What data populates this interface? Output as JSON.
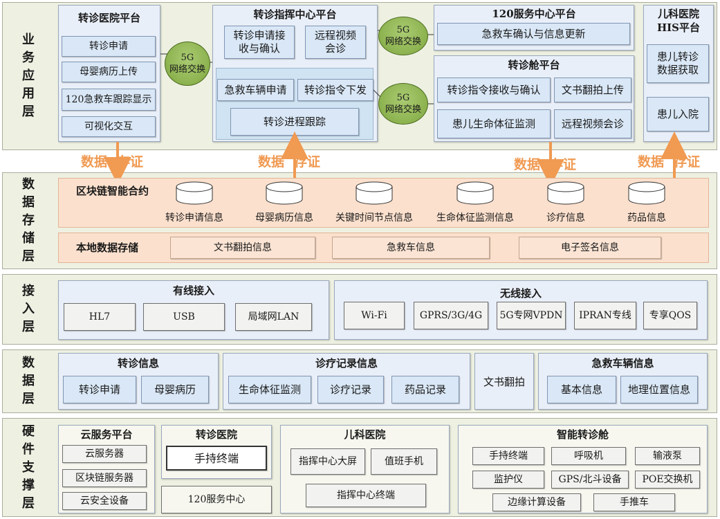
{
  "layers": {
    "business": "业\n务\n应\n用\n层",
    "storage": "数\n据\n存\n储\n层",
    "access": "接\n入\n层",
    "data": "数\n据\n层",
    "hardware": "硬\n件\n支\n撑\n层"
  },
  "business": {
    "hospital": {
      "title": "转诊医院平台",
      "items": [
        "转诊申请",
        "母婴病历上传",
        "120急救车跟踪显示",
        "可视化交互"
      ]
    },
    "command": {
      "title": "转诊指挥中心平台",
      "receive": "转诊申请接\n收与确认",
      "remote": "远程视频\n会诊",
      "vehicle_apply": "急救车辆申请",
      "issue": "转诊指令下发",
      "tracking": "转诊进程跟踪"
    },
    "service120": {
      "title": "120服务中心平台",
      "item": "急救车确认与信息更新"
    },
    "cabin": {
      "title": "转诊舱平台",
      "items": [
        "转诊指令接收与确认",
        "文书翻拍上传",
        "患儿生命体征监测",
        "远程视频会诊"
      ]
    },
    "his": {
      "title": "儿科医院\nHIS平台",
      "items": [
        "患儿转诊\n数据获取",
        "患儿入院"
      ]
    },
    "clouds": [
      "5G\n网络交换",
      "5G\n网络交换",
      "5G\n网络交换"
    ]
  },
  "evidence": {
    "data": "数据",
    "proof": "存证"
  },
  "storage": {
    "contract_label": "区块链智能合约",
    "databases": [
      "转诊申请信息",
      "母婴病历信息",
      "关键时间节点信息",
      "生命体征监测信息",
      "诊疗信息",
      "药品信息"
    ],
    "local_label": "本地数据存储",
    "local_items": [
      "文书翻拍信息",
      "急救车信息",
      "电子签名信息"
    ]
  },
  "access": {
    "wired": {
      "title": "有线接入",
      "items": [
        "HL7",
        "USB",
        "局域网LAN"
      ]
    },
    "wireless": {
      "title": "无线接入",
      "items": [
        "Wi-Fi",
        "GPRS/3G/4G",
        "5G专网VPDN",
        "IPRAN专线",
        "专享QOS"
      ]
    }
  },
  "data_layer": {
    "transfer": {
      "title": "转诊信息",
      "items": [
        "转诊申请",
        "母婴病历"
      ]
    },
    "records": {
      "title": "诊疗记录信息",
      "items": [
        "生命体征监测",
        "诊疗记录",
        "药品记录"
      ]
    },
    "documents": "文书翻拍",
    "ambulance": {
      "title": "急救车辆信息",
      "items": [
        "基本信息",
        "地理位置信息"
      ]
    }
  },
  "hardware": {
    "cloud": {
      "title": "云服务平台",
      "items": [
        "云服务器",
        "区块链服务器",
        "云安全设备"
      ]
    },
    "hospital": {
      "title": "转诊医院",
      "terminal": "手持终端",
      "center": "120服务中心"
    },
    "pediatric": {
      "title": "儿科医院",
      "items": [
        "指挥中心大屏",
        "值班手机",
        "指挥中心终端"
      ]
    },
    "cabin": {
      "title": "智能转诊舱",
      "items": [
        "手持终端",
        "呼吸机",
        "输液泵",
        "监护仪",
        "GPS/北斗设备",
        "POE交换机",
        "边缘计算设备",
        "手推车"
      ]
    }
  },
  "colors": {
    "layer_bg": "#eef1e2",
    "panel_bg": "#e9eff8",
    "item_bg": "#d9e7f6",
    "storage_band": "#fbe0cd",
    "evidence_arrow": "#f09a52",
    "cloud_green": "#8cb24f"
  }
}
